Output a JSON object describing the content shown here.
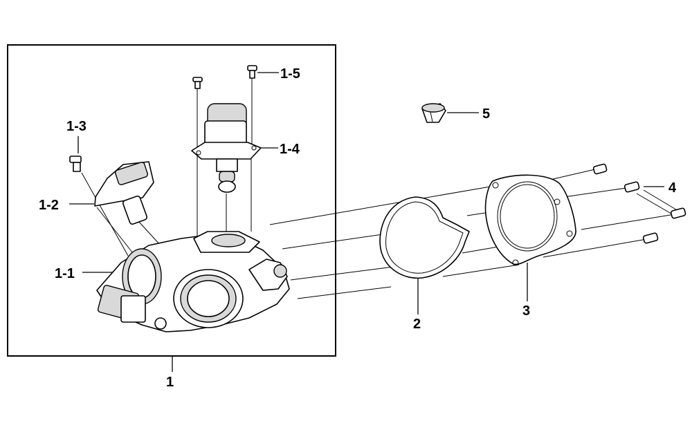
{
  "labels": {
    "main": "1",
    "throttle_body": "1-1",
    "sensor": "1-2",
    "screw": "1-3",
    "idle_valve": "1-4",
    "valve_screw": "1-5",
    "o_ring": "2",
    "gasket": "3",
    "bolt": "4",
    "cap": "5"
  }
}
